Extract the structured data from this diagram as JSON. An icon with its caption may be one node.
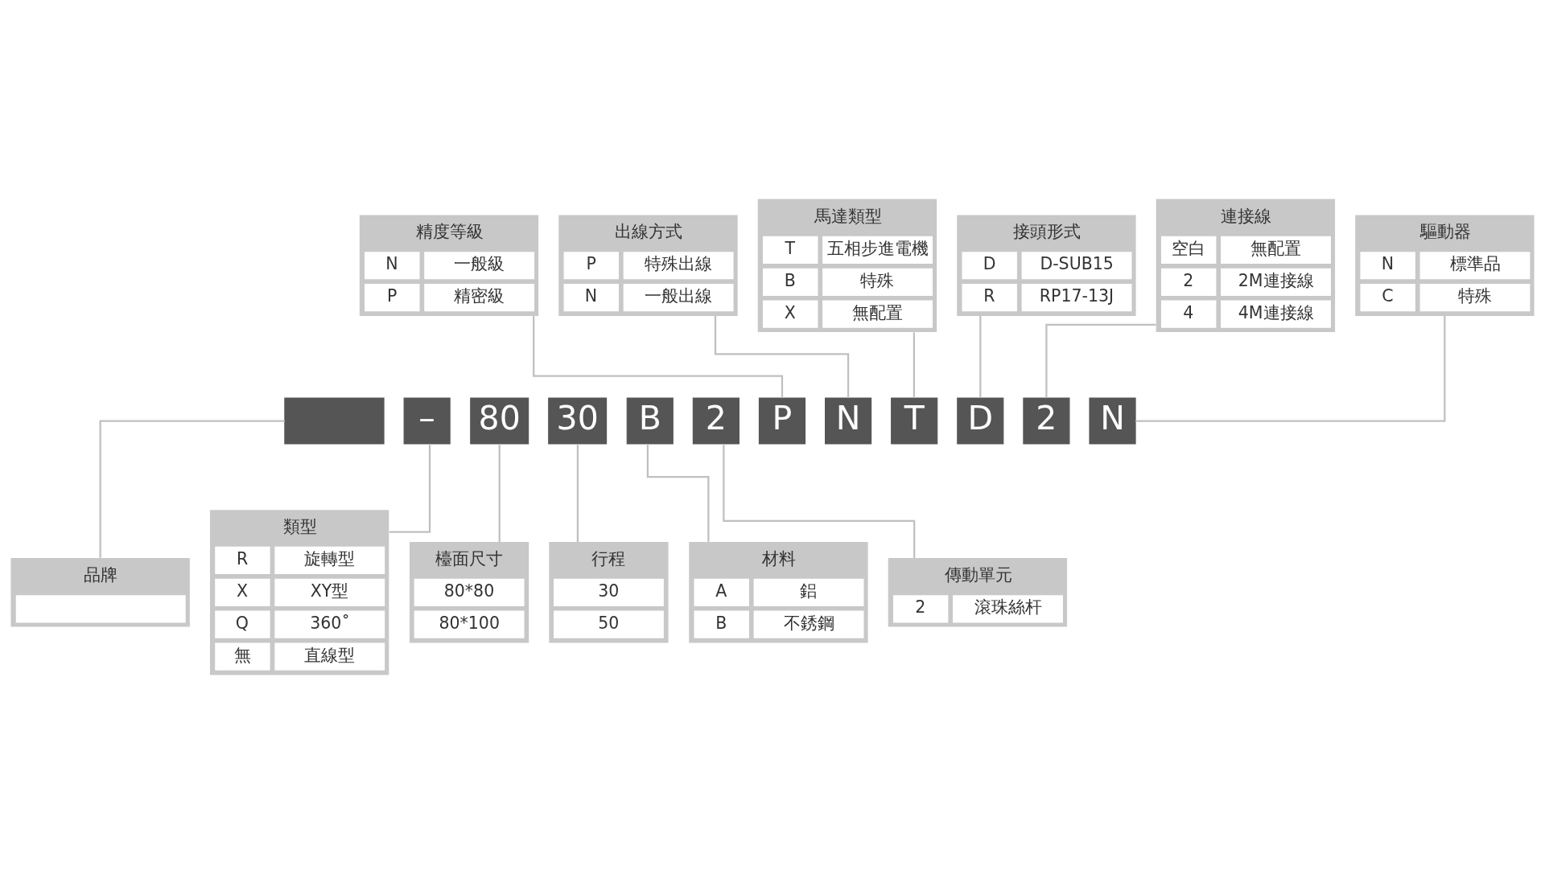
{
  "diagram": {
    "nodes": [
      {
        "text": [
          "精度等級",
          "N",
          "一般級",
          "P",
          "精密級"
        ]
      },
      {
        "text": [
          "出線方式",
          "P",
          "特殊出線",
          "N",
          "一般出線"
        ]
      },
      {
        "text": [
          "馬達類型",
          "T",
          "五相步進電機",
          "B",
          "特殊",
          "X",
          "無配置"
        ]
      },
      {
        "text": [
          "接頭形式",
          "D",
          "D-SUB15",
          "R",
          "RP17-13J"
        ]
      },
      {
        "text": [
          "連接線",
          "空白",
          "無配置",
          "2",
          "2M連接線",
          "4",
          "4M連接線"
        ]
      },
      {
        "text": [
          "驅動器",
          "N",
          "標準品",
          "C",
          "特殊"
        ]
      },
      {
        "text": [],
        "shape": "box"
      },
      {
        "text": [
          "–"
        ]
      },
      {
        "text": [
          "80"
        ]
      },
      {
        "text": [
          "30"
        ]
      },
      {
        "text": [
          "B"
        ]
      },
      {
        "text": [
          "2"
        ]
      },
      {
        "text": [
          "P"
        ]
      },
      {
        "text": [
          "N"
        ]
      },
      {
        "text": [
          "T"
        ]
      },
      {
        "text": [
          "D"
        ]
      },
      {
        "text": [
          "2"
        ]
      },
      {
        "text": [
          "N"
        ]
      },
      {
        "text": [
          "品牌"
        ]
      },
      {
        "text": [
          "類型",
          "R",
          "旋轉型",
          "X",
          "XY型",
          "Q",
          "360˚",
          "無",
          "直線型"
        ]
      },
      {
        "text": [
          "檯面尺寸",
          "80*80",
          "80*100"
        ]
      },
      {
        "text": [
          "行程",
          "30",
          "50"
        ]
      },
      {
        "text": [
          "材料",
          "A",
          "鋁",
          "B",
          "不銹鋼"
        ]
      },
      {
        "text": [
          "傳動單元",
          "2",
          "滾珠絲杆"
        ]
      }
    ],
    "edges": [
      {
        "from": 0,
        "to": 12,
        "arrow": "none"
      },
      {
        "from": 1,
        "to": 13,
        "arrow": "none"
      },
      {
        "from": 2,
        "to": 14,
        "arrow": "none"
      },
      {
        "from": 3,
        "to": 15,
        "arrow": "none"
      },
      {
        "from": 4,
        "to": 16,
        "arrow": "none"
      },
      {
        "from": 5,
        "to": 17,
        "arrow": "none"
      },
      {
        "from": 6,
        "to": 18,
        "arrow": "none"
      },
      {
        "from": 7,
        "to": 19,
        "arrow": "none"
      },
      {
        "from": 8,
        "to": 20,
        "arrow": "none"
      },
      {
        "from": 9,
        "to": 21,
        "arrow": "none"
      },
      {
        "from": 10,
        "to": 22,
        "arrow": "none"
      },
      {
        "from": 11,
        "to": 23,
        "arrow": "none"
      }
    ]
  }
}
